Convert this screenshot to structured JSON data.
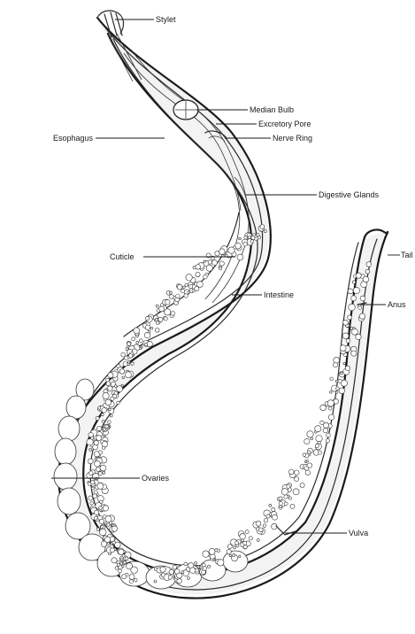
{
  "labels": {
    "stylet": "Stylet",
    "median_bulb": "Median Bulb",
    "excretory_pore": "Excretory Pore",
    "nerve_ring": "Nerve Ring",
    "esophagus": "Esophagus",
    "digestive_glands": "Digestive Glands",
    "tail": "Tail",
    "cuticle": "Cuticle",
    "intestine": "Intestine",
    "anus": "Anus",
    "ovaries": "Ovaries",
    "vulva": "Vulva"
  },
  "colors": {
    "ink": "#1a1a1a",
    "background": "#ffffff"
  }
}
